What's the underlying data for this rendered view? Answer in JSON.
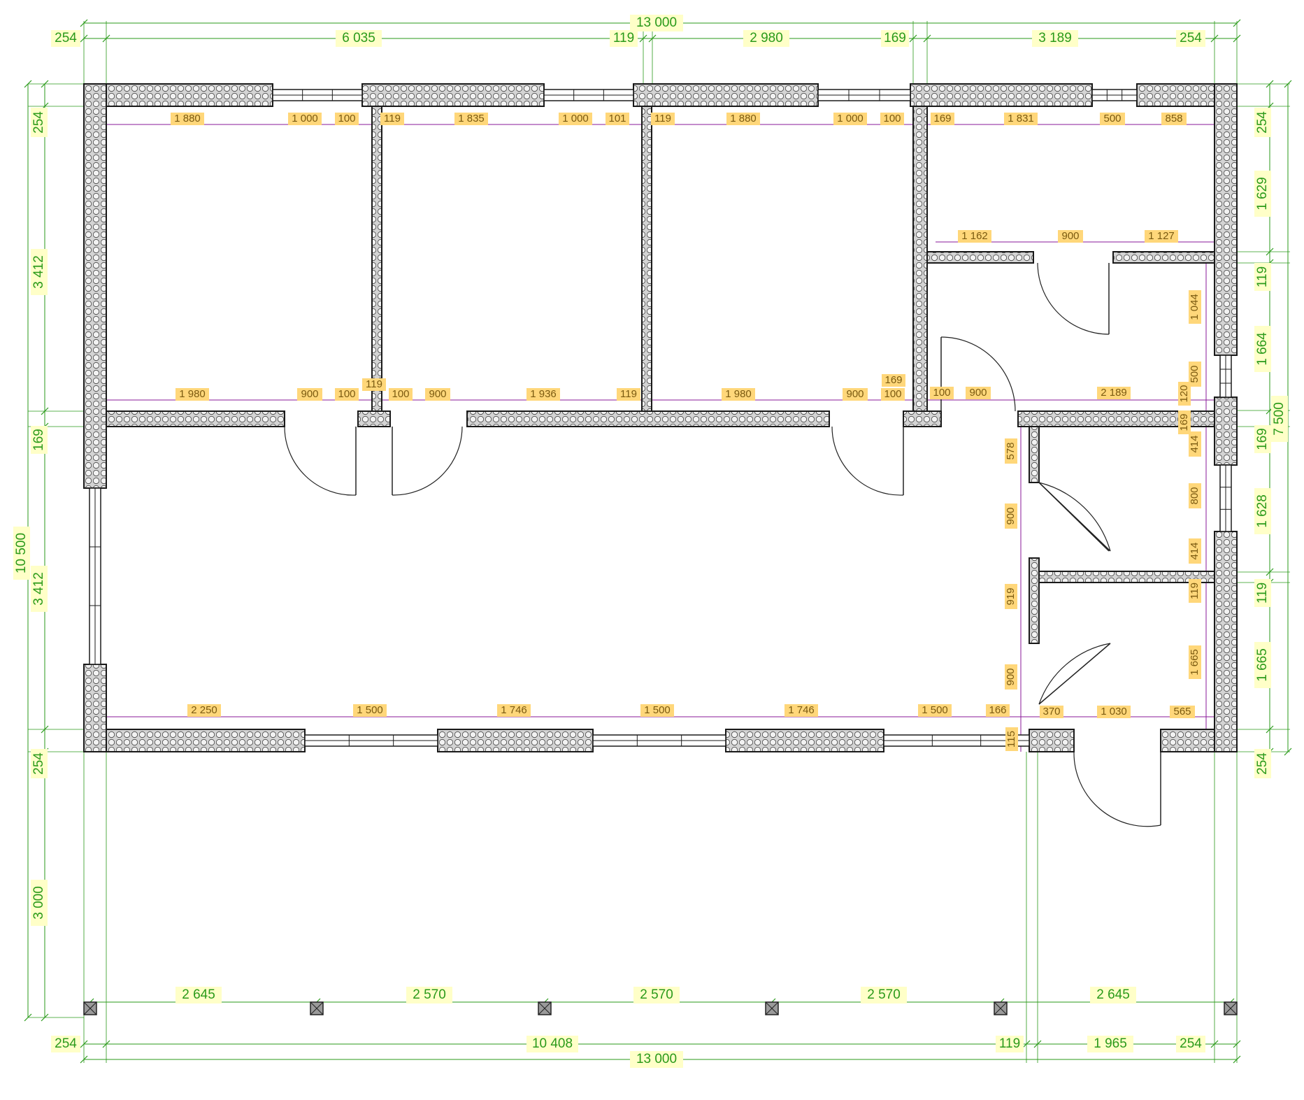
{
  "colors": {
    "wall_outline": "#1a1a1a",
    "wall_fill": "#c9c9c9",
    "exterior_dimension": "#2a9a1a",
    "interior_dimension_line": "#8a1a9a",
    "interior_label_background": "#ffd77a",
    "exterior_label_background": "#ffffc8"
  },
  "icons": [
    "door-swing-icon",
    "window-icon",
    "column-post-icon"
  ],
  "dimensions": {
    "top": {
      "overall": "13 000",
      "segments": [
        "254",
        "6 035",
        "119",
        "2 980",
        "169",
        "3 189",
        "254"
      ]
    },
    "bottom": {
      "overall": "13 000",
      "segments": [
        "254",
        "10 408",
        "119",
        "1 965",
        "254"
      ],
      "columns": [
        "2 645",
        "2 570",
        "2 570",
        "2 570",
        "2 645"
      ]
    },
    "left": {
      "overall": "10 500",
      "segments": [
        "254",
        "3 412",
        "169",
        "3 412",
        "254",
        "3 000"
      ]
    },
    "right": {
      "overall": "7 500",
      "segments": [
        "254",
        "1 629",
        "119",
        "1 664",
        "169",
        "1 628",
        "119",
        "1 665",
        "254"
      ]
    },
    "interior": {
      "top_row": [
        "1 880",
        "1 000",
        "100",
        "119",
        "1 835",
        "1 000",
        "101",
        "119",
        "1 880",
        "1 000",
        "100",
        "169",
        "1 831",
        "500",
        "858"
      ],
      "mid_row": [
        "1 980",
        "900",
        "100",
        "119",
        "100",
        "900",
        "1 936",
        "119",
        "1 980",
        "900",
        "100",
        "169",
        "100",
        "900",
        "2 189"
      ],
      "bottom_row": [
        "2 250",
        "1 500",
        "1 746",
        "1 500",
        "1 746",
        "1 500",
        "166",
        "370",
        "1 030",
        "565"
      ],
      "upper_right_row": [
        "1 162",
        "900",
        "1 127"
      ],
      "right_inner_column": [
        "1 044",
        "500",
        "120",
        "169",
        "414",
        "800",
        "414",
        "119",
        "1 665"
      ],
      "corridor_column": [
        "578",
        "900",
        "919",
        "900",
        "115"
      ]
    }
  }
}
